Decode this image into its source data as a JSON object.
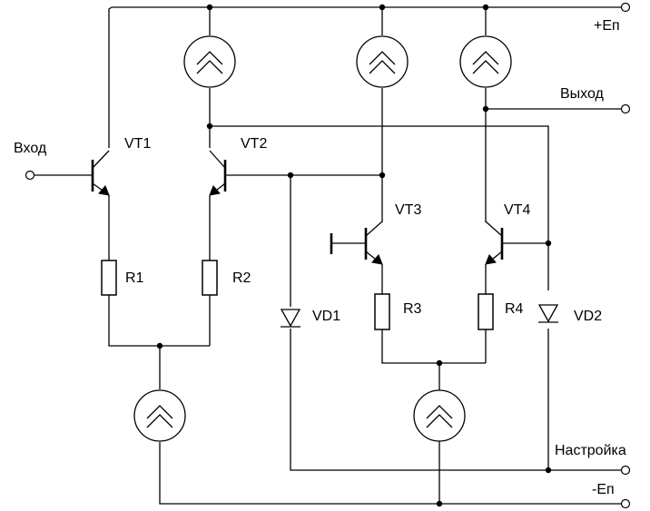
{
  "terminals": {
    "vcc": "+Eп",
    "vee": "-Eп",
    "input": "Вход",
    "output": "Выход",
    "trim": "Настройка"
  },
  "transistors": [
    "VT1",
    "VT2",
    "VT3",
    "VT4"
  ],
  "resistors": [
    "R1",
    "R2",
    "R3",
    "R4"
  ],
  "diodes": [
    "VD1",
    "VD2"
  ],
  "icons": {
    "current_source": "current-source-icon",
    "npn_transistor": "npn-transistor-icon",
    "resistor": "resistor-icon",
    "diode": "diode-icon"
  }
}
